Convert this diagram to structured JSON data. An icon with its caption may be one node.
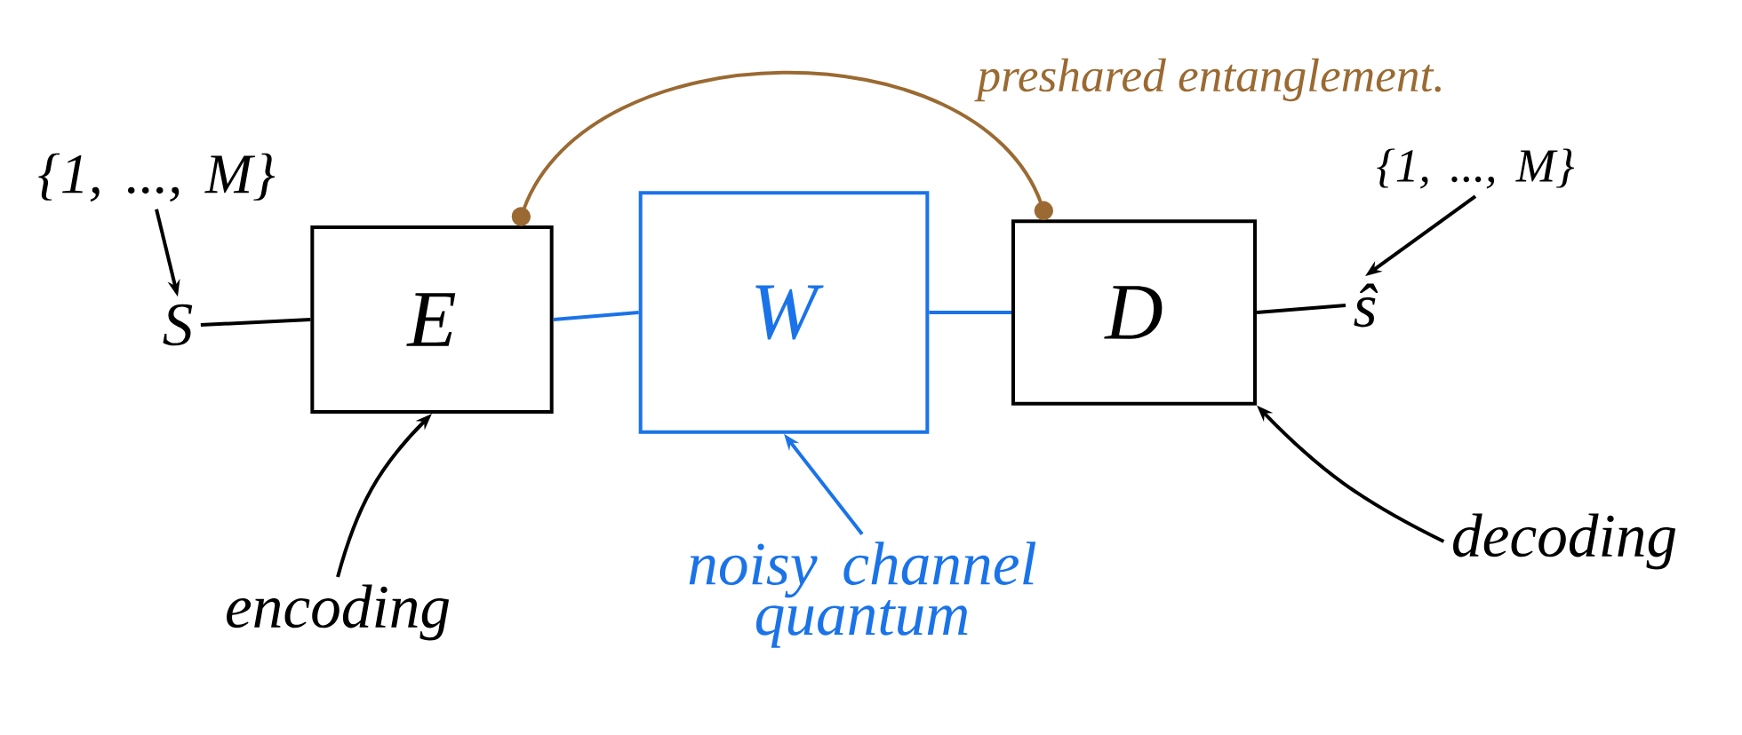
{
  "diagram": {
    "nodes": [
      {
        "text": [
          "S"
        ]
      },
      {
        "text": [
          "E"
        ]
      },
      {
        "text": [
          "W"
        ]
      },
      {
        "text": [
          "D"
        ]
      },
      {
        "text": [
          "ŝ"
        ]
      },
      {
        "text": [
          "{1, ..., M}"
        ]
      },
      {
        "text": [
          "{1, ..., M}"
        ]
      },
      {
        "text": [
          "encoding"
        ]
      },
      {
        "text": [
          "noisy channel quantum"
        ]
      },
      {
        "text": [
          "decoding"
        ]
      }
    ],
    "edges": [
      {
        "from": 0,
        "to": 1,
        "arrow": "none"
      },
      {
        "from": 1,
        "to": 2,
        "arrow": "none",
        "color": "#1a73e8"
      },
      {
        "from": 2,
        "to": 3,
        "arrow": "none",
        "color": "#1a73e8"
      },
      {
        "from": 3,
        "to": 4,
        "arrow": "none"
      },
      {
        "from": 5,
        "to": 0,
        "arrow": "to"
      },
      {
        "from": 6,
        "to": 4,
        "arrow": "to"
      },
      {
        "from": 7,
        "to": 1,
        "arrow": "to"
      },
      {
        "from": 8,
        "to": 2,
        "arrow": "to",
        "color": "#1a73e8"
      },
      {
        "from": 9,
        "to": 3,
        "arrow": "to"
      },
      {
        "from": 1,
        "to": 3,
        "arrow": "other",
        "label": "preshared entanglement.",
        "color": "#9a6a32"
      }
    ]
  }
}
